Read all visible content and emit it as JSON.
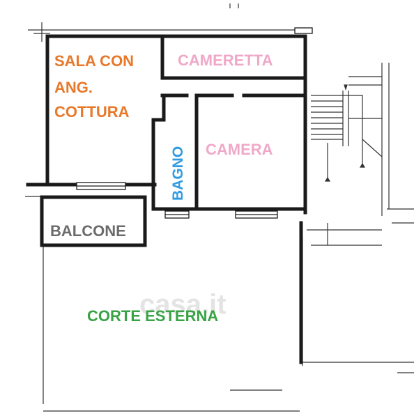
{
  "rooms": {
    "sala": {
      "line1": "SALA CON",
      "line2": "ANG.",
      "line3": "COTTURA"
    },
    "cameretta": "CAMERETTA",
    "camera": "CAMERA",
    "bagno": "BAGNO",
    "balcone": "BALCONE",
    "corte": "CORTE ESTERNA"
  },
  "watermark": "casa.it",
  "colors": {
    "sala": "#e8782a",
    "cameretta": "#f0a8c8",
    "camera": "#f0a8c8",
    "bagno": "#2f9be0",
    "balcone": "#6b6b6b",
    "corte": "#38a345",
    "walls": "#1a1a1a",
    "watermark": "#e4e4e4"
  }
}
